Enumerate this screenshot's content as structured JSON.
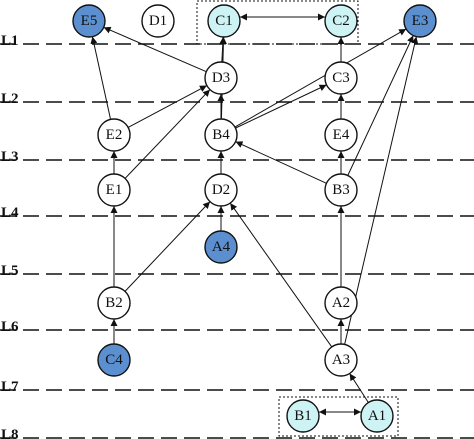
{
  "colors": {
    "plain": "#ffffff",
    "highlight": "#cdf3f4",
    "source": "#5b8fcf",
    "line": "#111111"
  },
  "levels": [
    "L1",
    "L2",
    "L3",
    "L4",
    "L5",
    "L6",
    "L7",
    "L8"
  ],
  "nodes": [
    {
      "id": "E5",
      "label": "E5",
      "style": "source"
    },
    {
      "id": "D1",
      "label": "D1",
      "style": "plain"
    },
    {
      "id": "C1",
      "label": "C1",
      "style": "highlight"
    },
    {
      "id": "C2",
      "label": "C2",
      "style": "highlight"
    },
    {
      "id": "E3",
      "label": "E3",
      "style": "source"
    },
    {
      "id": "D3",
      "label": "D3",
      "style": "plain"
    },
    {
      "id": "C3",
      "label": "C3",
      "style": "plain"
    },
    {
      "id": "E2",
      "label": "E2",
      "style": "plain"
    },
    {
      "id": "B4",
      "label": "B4",
      "style": "plain"
    },
    {
      "id": "E4",
      "label": "E4",
      "style": "plain"
    },
    {
      "id": "E1",
      "label": "E1",
      "style": "plain"
    },
    {
      "id": "D2",
      "label": "D2",
      "style": "plain"
    },
    {
      "id": "B3",
      "label": "B3",
      "style": "plain"
    },
    {
      "id": "A4",
      "label": "A4",
      "style": "source"
    },
    {
      "id": "B2",
      "label": "B2",
      "style": "plain"
    },
    {
      "id": "A2",
      "label": "A2",
      "style": "plain"
    },
    {
      "id": "C4",
      "label": "C4",
      "style": "source"
    },
    {
      "id": "A3",
      "label": "A3",
      "style": "plain"
    },
    {
      "id": "B1",
      "label": "B1",
      "style": "highlight"
    },
    {
      "id": "A1",
      "label": "A1",
      "style": "highlight"
    }
  ],
  "edges": [
    {
      "from": "C1",
      "to": "C2"
    },
    {
      "from": "C2",
      "to": "C1"
    },
    {
      "from": "B1",
      "to": "A1"
    },
    {
      "from": "A1",
      "to": "B1"
    },
    {
      "from": "D3",
      "to": "E5"
    },
    {
      "from": "D3",
      "to": "C1"
    },
    {
      "from": "C3",
      "to": "C2"
    },
    {
      "from": "E2",
      "to": "E5"
    },
    {
      "from": "E2",
      "to": "D3"
    },
    {
      "from": "B4",
      "to": "D3"
    },
    {
      "from": "B4",
      "to": "C1"
    },
    {
      "from": "B4",
      "to": "C3"
    },
    {
      "from": "B4",
      "to": "E3"
    },
    {
      "from": "E4",
      "to": "C3"
    },
    {
      "from": "E1",
      "to": "E2"
    },
    {
      "from": "E1",
      "to": "D3"
    },
    {
      "from": "D2",
      "to": "B4"
    },
    {
      "from": "B3",
      "to": "E4"
    },
    {
      "from": "B3",
      "to": "B4"
    },
    {
      "from": "B3",
      "to": "E3"
    },
    {
      "from": "A4",
      "to": "D2"
    },
    {
      "from": "B2",
      "to": "E1"
    },
    {
      "from": "B2",
      "to": "D2"
    },
    {
      "from": "A2",
      "to": "B3"
    },
    {
      "from": "C4",
      "to": "B2"
    },
    {
      "from": "A3",
      "to": "A2"
    },
    {
      "from": "A3",
      "to": "D2"
    },
    {
      "from": "A3",
      "to": "E3"
    },
    {
      "from": "A1",
      "to": "A3"
    }
  ],
  "groups": [
    {
      "id": "top-group",
      "members": [
        "C1",
        "C2"
      ]
    },
    {
      "id": "bottom-group",
      "members": [
        "B1",
        "A1"
      ]
    }
  ]
}
